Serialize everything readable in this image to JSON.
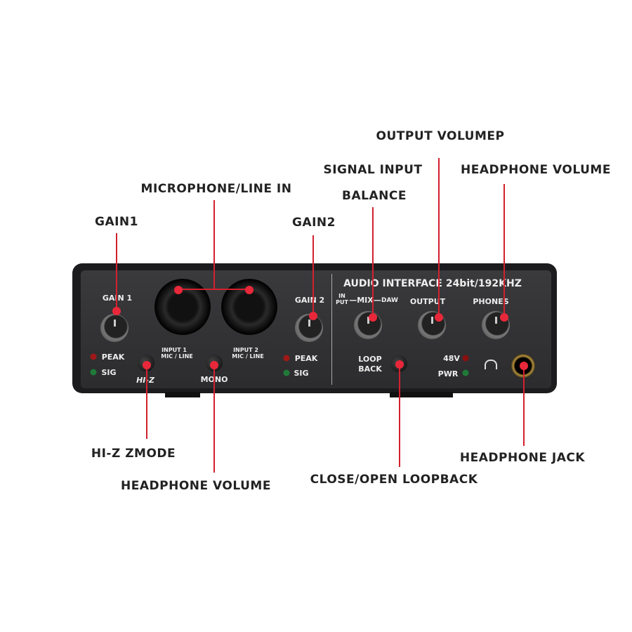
{
  "callouts": {
    "output_volume": "OUTPUT VOLUMEP",
    "signal_input": "SIGNAL INPUT",
    "balance": "BALANCE",
    "headphone_volume_top": "HEADPHONE VOLUME",
    "mic_line_in": "MICROPHONE/LINE IN",
    "gain1": "GAIN1",
    "gain2": "GAIN2",
    "hiz_mode": "HI-Z ZMODE",
    "headphone_volume_bottom": "HEADPHONE VOLUME",
    "loopback": "CLOSE/OPEN LOOPBACK",
    "headphone_jack": "HEADPHONE JACK"
  },
  "panel": {
    "title": "AUDIO INTERFACE  24bit/192KHZ",
    "gain1": "GAIN 1",
    "gain2": "GAIN 2",
    "peak": "PEAK",
    "sig": "SIG",
    "input1": "INPUT 1",
    "input2": "INPUT 2",
    "mic_line": "MIC / LINE",
    "hiz": "HI-Z",
    "mono": "MONO",
    "in": "IN",
    "put": "PUT",
    "mix": "—MIX—",
    "daw": "DAW",
    "output": "OUTPUT",
    "phones": "PHONES",
    "loop": "LOOP",
    "back": "BACK",
    "v48": "48V",
    "pwr": "PWR"
  },
  "colors": {
    "callout_line": "#d3202e",
    "peak_led": "#b01818",
    "sig_led": "#1f7a3a"
  }
}
